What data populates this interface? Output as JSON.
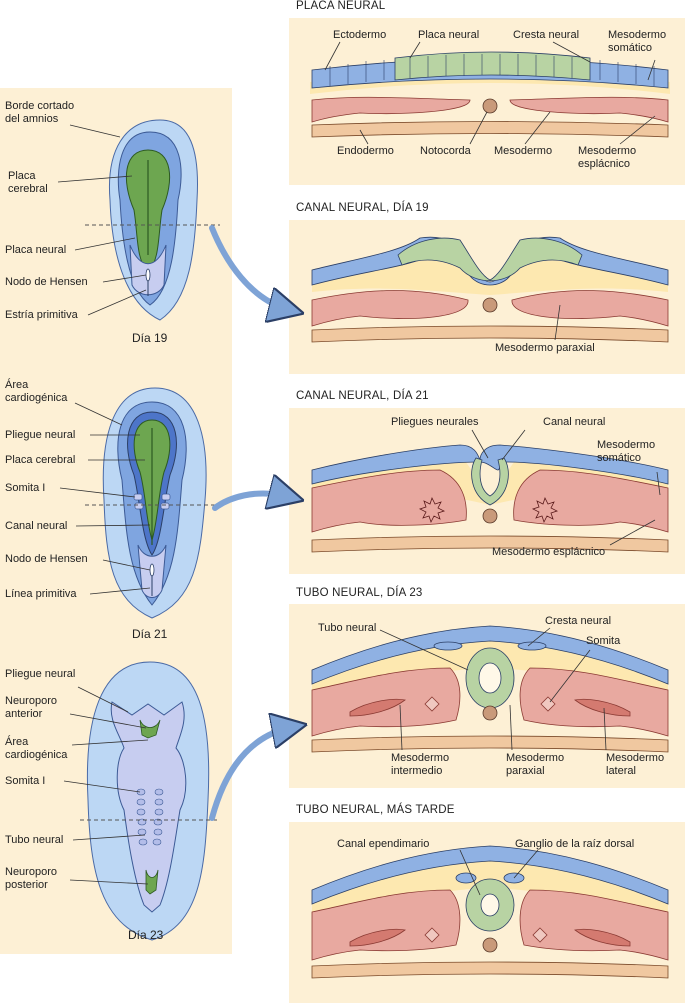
{
  "colors": {
    "panel": "#fdf0d5",
    "ectoderm": "#8fb1e3",
    "neural": "#b8d3a3",
    "mesoderm": "#e8a9a0",
    "endoderm": "#f0c8a0",
    "arrow": "#7ea3d6",
    "amnion_outer": "#bcd7f4",
    "amnion_inner": "#7fa5e0",
    "embryo": "#c7cdf0",
    "plate": "#6da650"
  },
  "left": {
    "e19": {
      "labels": [
        "Borde cortado\ndel amnios",
        "Placa\ncerebral",
        "Placa neural",
        "Nodo de Hensen",
        "Estría primitiva"
      ],
      "day": "Día 19"
    },
    "e21": {
      "labels": [
        "Área\ncardiogénica",
        "Pliegue neural",
        "Placa cerebral",
        "Somita I",
        "Canal neural",
        "Nodo de Hensen",
        "Línea primitiva"
      ],
      "day": "Día 21"
    },
    "e23": {
      "labels": [
        "Pliegue neural",
        "Neuroporo\nanterior",
        "Área\ncardiogénica",
        "Somita I",
        "Tubo neural",
        "Neuroporo\nposterior"
      ],
      "day": "Día 23"
    }
  },
  "right": {
    "s1": {
      "title": "PLACA NEURAL",
      "labels": [
        "Ectodermo",
        "Placa neural",
        "Cresta neural",
        "Mesodermo\nsomático",
        "Endodermo",
        "Notocorda",
        "Mesodermo",
        "Mesodermo\nesplácnico"
      ]
    },
    "s2": {
      "title": "CANAL NEURAL, DÍA 19",
      "labels": [
        "Mesodermo paraxial"
      ]
    },
    "s3": {
      "title": "CANAL NEURAL, DÍA 21",
      "labels": [
        "Pliegues neurales",
        "Canal neural",
        "Mesodermo\nsomático",
        "Mesodermo esplácnico"
      ]
    },
    "s4": {
      "title": "TUBO NEURAL, DÍA 23",
      "labels": [
        "Tubo neural",
        "Cresta neural",
        "Somita",
        "Mesodermo\nintermedio",
        "Mesodermo\nparaxial",
        "Mesodermo\nlateral"
      ]
    },
    "s5": {
      "title": "TUBO NEURAL, MÁS TARDE",
      "labels": [
        "Canal ependimario",
        "Ganglio de la raíz dorsal"
      ]
    }
  }
}
